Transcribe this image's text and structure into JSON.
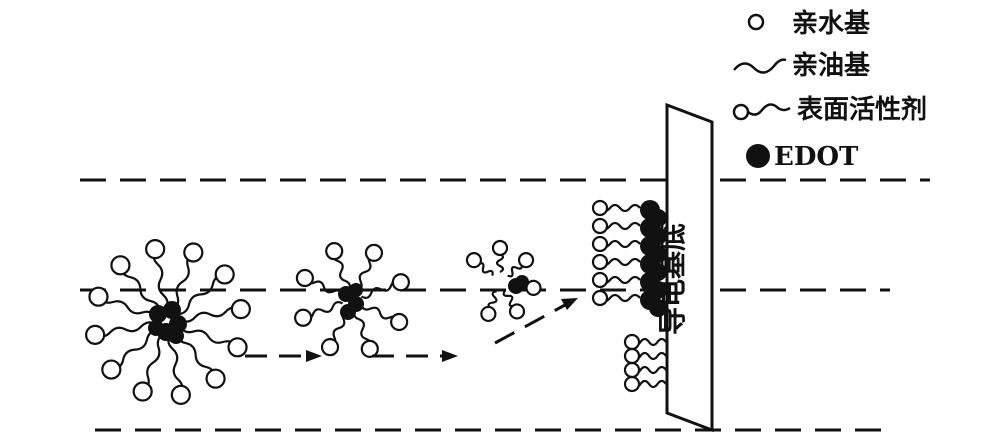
{
  "legend": {
    "hydrophilic": "亲水基",
    "lipophilic": "亲油基",
    "surfactant": "表面活性剂",
    "edot": "EDOT"
  },
  "substrate_label": "导电基底",
  "colors": {
    "ink": "#111111",
    "background": "#ffffff"
  }
}
